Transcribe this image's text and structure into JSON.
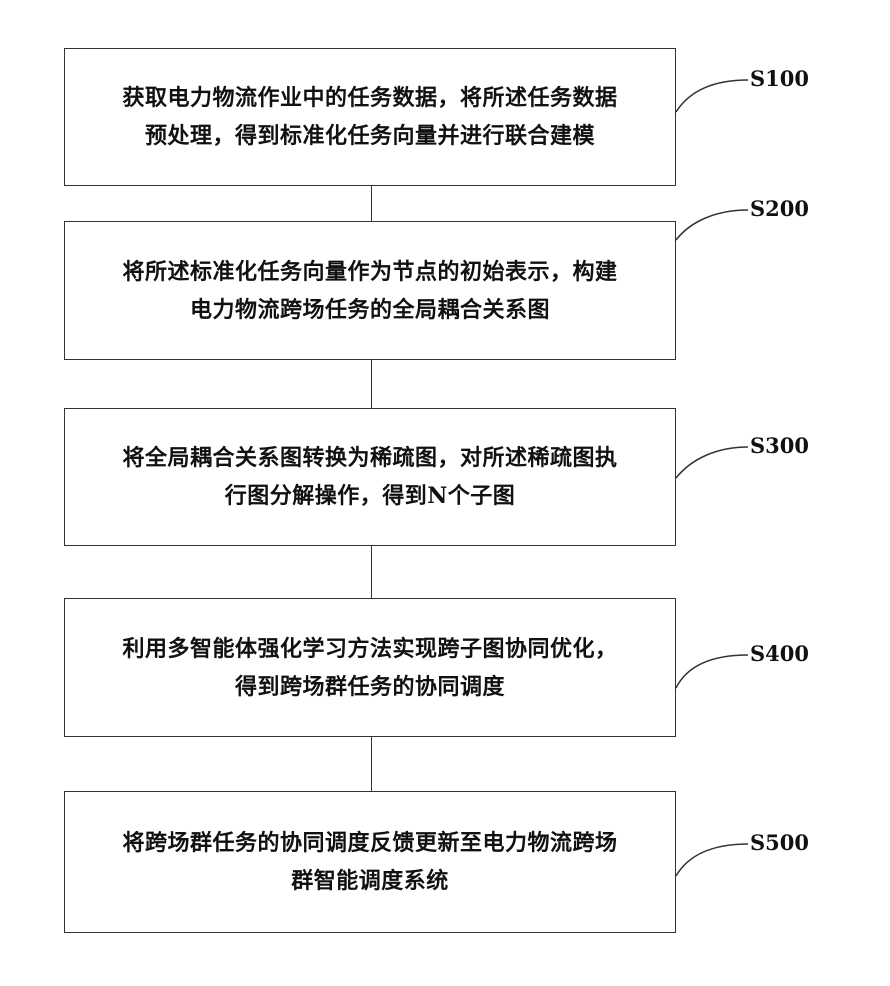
{
  "steps": [
    {
      "label": "S100",
      "lines": [
        "获取电力物流作业中的任务数据，将所述任务数据",
        "预处理，得到标准化任务向量并进行联合建模"
      ]
    },
    {
      "label": "S200",
      "lines": [
        "将所述标准化任务向量作为节点的初始表示，构建",
        "电力物流跨场任务的全局耦合关系图"
      ]
    },
    {
      "label": "S300",
      "lines": [
        "将全局耦合关系图转换为稀疏图，对所述稀疏图执",
        "行图分解操作，得到N个子图"
      ]
    },
    {
      "label": "S400",
      "lines": [
        "利用多智能体强化学习方法实现跨子图协同优化，",
        "得到跨场群任务的协同调度"
      ]
    },
    {
      "label": "S500",
      "lines": [
        "将跨场群任务的协同调度反馈更新至电力物流跨场",
        "群智能调度系统"
      ]
    }
  ]
}
